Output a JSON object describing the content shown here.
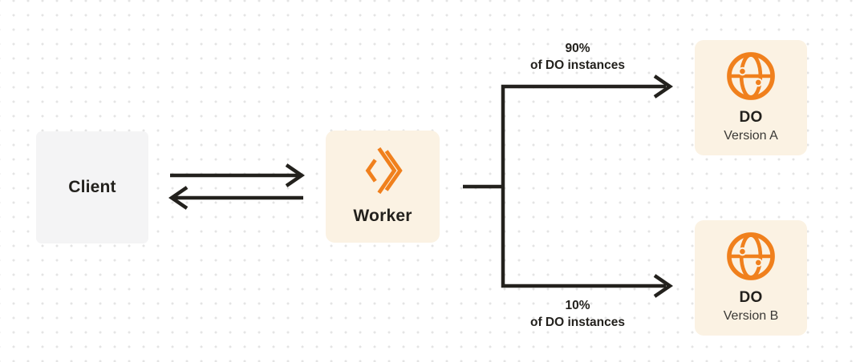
{
  "theme": {
    "bg": "#ffffff",
    "dot-color": "#e4e4e4",
    "ink": "#23211d",
    "accent-orange": "#f0801d",
    "cream": "#fbf2e3",
    "client-gray": "#f4f4f5",
    "muted-text": "#3b3936"
  },
  "diagram": {
    "client": {
      "label": "Client"
    },
    "worker": {
      "label": "Worker",
      "icon": "cloudflare-workers-logo-icon"
    },
    "do_version_a": {
      "title": "DO",
      "subtitle": "Version A",
      "icon": "durable-object-globe-icon"
    },
    "do_version_b": {
      "title": "DO",
      "subtitle": "Version B",
      "icon": "durable-object-globe-icon"
    },
    "edges": {
      "client_worker": {
        "type": "bidirectional-arrows"
      },
      "split_a": {
        "percent": "90%",
        "caption": "of DO instances"
      },
      "split_b": {
        "percent": "10%",
        "caption": "of DO instances"
      }
    }
  }
}
